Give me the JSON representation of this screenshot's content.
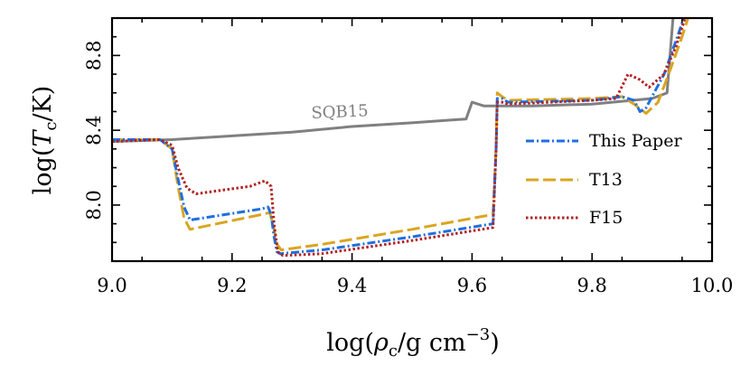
{
  "chart_data": {
    "type": "line",
    "xlabel": "log(ρ_c / g cm^−3)",
    "ylabel": "log(T_c / K)",
    "xlim": [
      9.0,
      10.0
    ],
    "ylim": [
      7.7,
      9.0
    ],
    "x_ticks": [
      9.0,
      9.2,
      9.4,
      9.6,
      9.8,
      10.0
    ],
    "x_tick_labels": [
      "9.0",
      "9.2",
      "9.4",
      "9.6",
      "9.8",
      "10.0"
    ],
    "y_ticks": [
      8.0,
      8.4,
      8.8
    ],
    "y_tick_labels": [
      "8.0",
      "8.4",
      "8.8"
    ],
    "grid": false,
    "legend_position": "right",
    "series": [
      {
        "name": "This Paper",
        "color": "#1f6fe0",
        "style": "dashdot",
        "points": [
          [
            9.0,
            8.35
          ],
          [
            9.08,
            8.35
          ],
          [
            9.1,
            8.3
          ],
          [
            9.11,
            8.14
          ],
          [
            9.12,
            7.99
          ],
          [
            9.13,
            7.92
          ],
          [
            9.25,
            7.98
          ],
          [
            9.26,
            7.99
          ],
          [
            9.265,
            7.95
          ],
          [
            9.27,
            7.83
          ],
          [
            9.275,
            7.75
          ],
          [
            9.28,
            7.74
          ],
          [
            9.35,
            7.76
          ],
          [
            9.5,
            7.83
          ],
          [
            9.635,
            7.9
          ],
          [
            9.64,
            8.3
          ],
          [
            9.642,
            8.57
          ],
          [
            9.65,
            8.57
          ],
          [
            9.66,
            8.55
          ],
          [
            9.8,
            8.56
          ],
          [
            9.85,
            8.58
          ],
          [
            9.87,
            8.56
          ],
          [
            9.88,
            8.5
          ],
          [
            9.89,
            8.52
          ],
          [
            9.92,
            8.7
          ],
          [
            9.94,
            8.88
          ],
          [
            9.953,
            9.0
          ]
        ]
      },
      {
        "name": "T13",
        "color": "#daa520",
        "style": "dashed",
        "points": [
          [
            9.0,
            8.35
          ],
          [
            9.08,
            8.35
          ],
          [
            9.1,
            8.3
          ],
          [
            9.11,
            8.1
          ],
          [
            9.12,
            7.93
          ],
          [
            9.13,
            7.87
          ],
          [
            9.25,
            7.95
          ],
          [
            9.263,
            7.96
          ],
          [
            9.268,
            7.9
          ],
          [
            9.275,
            7.79
          ],
          [
            9.282,
            7.76
          ],
          [
            9.35,
            7.79
          ],
          [
            9.5,
            7.87
          ],
          [
            9.635,
            7.95
          ],
          [
            9.64,
            8.3
          ],
          [
            9.642,
            8.6
          ],
          [
            9.65,
            8.58
          ],
          [
            9.66,
            8.56
          ],
          [
            9.8,
            8.57
          ],
          [
            9.85,
            8.58
          ],
          [
            9.87,
            8.54
          ],
          [
            9.89,
            8.49
          ],
          [
            9.91,
            8.55
          ],
          [
            9.93,
            8.72
          ],
          [
            9.95,
            8.9
          ],
          [
            9.96,
            9.0
          ]
        ]
      },
      {
        "name": "F15",
        "color": "#b22222",
        "style": "dotted",
        "points": [
          [
            9.0,
            8.34
          ],
          [
            9.08,
            8.35
          ],
          [
            9.1,
            8.32
          ],
          [
            9.11,
            8.2
          ],
          [
            9.125,
            8.09
          ],
          [
            9.14,
            8.06
          ],
          [
            9.23,
            8.1
          ],
          [
            9.255,
            8.13
          ],
          [
            9.265,
            8.1
          ],
          [
            9.27,
            7.9
          ],
          [
            9.276,
            7.75
          ],
          [
            9.285,
            7.73
          ],
          [
            9.35,
            7.74
          ],
          [
            9.5,
            7.81
          ],
          [
            9.635,
            7.88
          ],
          [
            9.64,
            8.3
          ],
          [
            9.642,
            8.55
          ],
          [
            9.65,
            8.55
          ],
          [
            9.66,
            8.54
          ],
          [
            9.8,
            8.56
          ],
          [
            9.84,
            8.57
          ],
          [
            9.86,
            8.7
          ],
          [
            9.88,
            8.67
          ],
          [
            9.895,
            8.63
          ],
          [
            9.92,
            8.7
          ],
          [
            9.94,
            8.85
          ],
          [
            9.955,
            9.0
          ]
        ]
      },
      {
        "name": "SQB15",
        "color": "#808080",
        "style": "solid",
        "points": [
          [
            9.0,
            8.34
          ],
          [
            9.1,
            8.35
          ],
          [
            9.2,
            8.37
          ],
          [
            9.3,
            8.39
          ],
          [
            9.4,
            8.42
          ],
          [
            9.5,
            8.44
          ],
          [
            9.59,
            8.46
          ],
          [
            9.6,
            8.55
          ],
          [
            9.62,
            8.53
          ],
          [
            9.7,
            8.53
          ],
          [
            9.8,
            8.54
          ],
          [
            9.9,
            8.57
          ],
          [
            9.925,
            8.6
          ],
          [
            9.93,
            8.8
          ],
          [
            9.935,
            9.0
          ]
        ]
      }
    ],
    "legend": [
      "This Paper",
      "T13",
      "F15"
    ],
    "annotations": [
      {
        "text": "SQB15",
        "x": 9.38,
        "y": 8.47
      }
    ]
  }
}
